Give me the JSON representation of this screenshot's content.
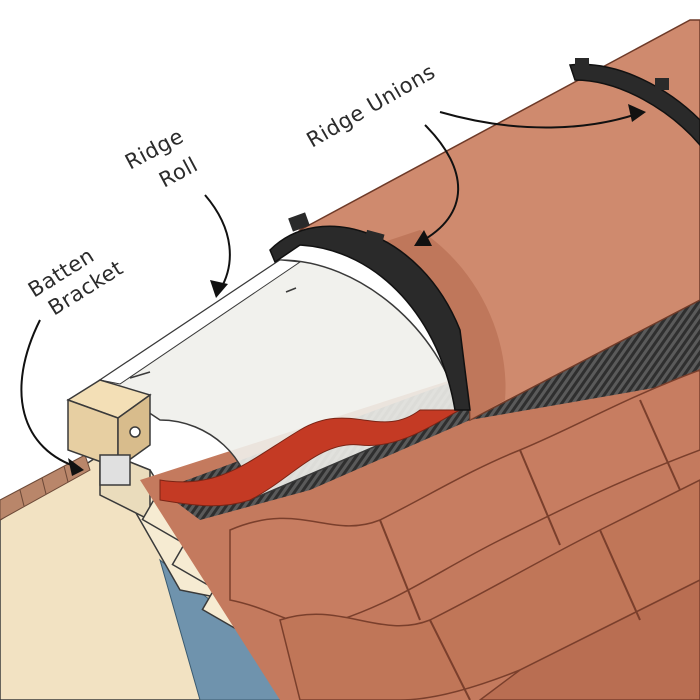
{
  "labels": {
    "batten_bracket_line1": "Batten",
    "batten_bracket_line2": "Bracket",
    "ridge_roll_line1": "Ridge",
    "ridge_roll_line2": "Roll",
    "ridge_unions": "Ridge Unions"
  },
  "colors": {
    "tile": "#c47a5e",
    "tile_dark": "#a85f46",
    "tile_shadow": "#8e4c36",
    "ridge_top": "#d28b6f",
    "roll_membrane": "#eeeeea",
    "red_seal": "#c43a24",
    "union_black": "#2a2a2a",
    "batten_wood": "#e7cfa2",
    "roof_board": "#f2e2c2",
    "underlay_blue": "#6f93ad",
    "mesh_grey": "#4a4a4a",
    "background": "#ffffff"
  }
}
